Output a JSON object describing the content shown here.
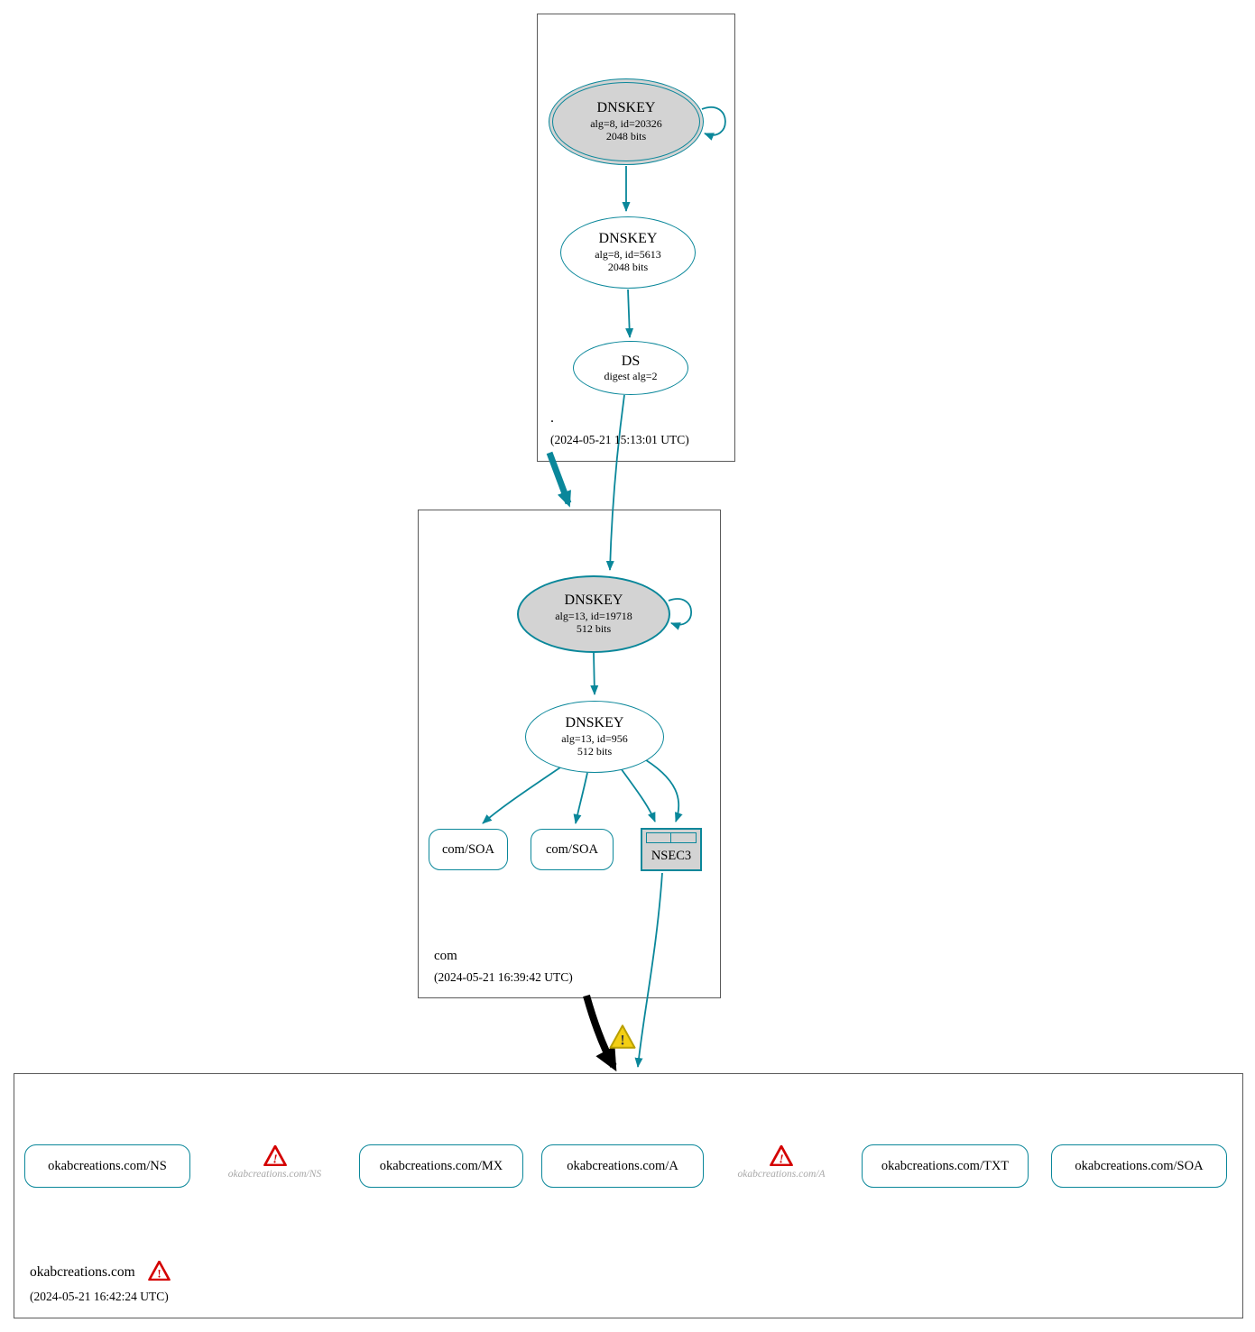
{
  "colors": {
    "edge_teal": "#0a879a",
    "node_fill_gray": "#d3d3d3",
    "warning_red": "#d40000",
    "warning_yellow": "#f3cf13",
    "ghost_text": "#a8a8a8"
  },
  "zones": {
    "root": {
      "name": ".",
      "timestamp": "(2024-05-21 15:13:01 UTC)"
    },
    "com": {
      "name": "com",
      "timestamp": "(2024-05-21 16:39:42 UTC)"
    },
    "okabcreations": {
      "name": "okabcreations.com",
      "timestamp": "(2024-05-21 16:42:24 UTC)"
    }
  },
  "nodes": {
    "root_ksk": {
      "title": "DNSKEY",
      "line2": "alg=8, id=20326",
      "line3": "2048 bits"
    },
    "root_zsk": {
      "title": "DNSKEY",
      "line2": "alg=8, id=5613",
      "line3": "2048 bits"
    },
    "root_ds": {
      "title": "DS",
      "line2": "digest alg=2"
    },
    "com_ksk": {
      "title": "DNSKEY",
      "line2": "alg=13, id=19718",
      "line3": "512 bits"
    },
    "com_zsk": {
      "title": "DNSKEY",
      "line2": "alg=13, id=956",
      "line3": "512 bits"
    },
    "com_soa_1": {
      "label": "com/SOA"
    },
    "com_soa_2": {
      "label": "com/SOA"
    },
    "nsec3": {
      "label": "NSEC3"
    },
    "okab_ns": {
      "label": "okabcreations.com/NS"
    },
    "okab_ns_ghost": {
      "label": "okabcreations.com/NS"
    },
    "okab_mx": {
      "label": "okabcreations.com/MX"
    },
    "okab_a": {
      "label": "okabcreations.com/A"
    },
    "okab_a_ghost": {
      "label": "okabcreations.com/A"
    },
    "okab_txt": {
      "label": "okabcreations.com/TXT"
    },
    "okab_soa": {
      "label": "okabcreations.com/SOA"
    }
  }
}
